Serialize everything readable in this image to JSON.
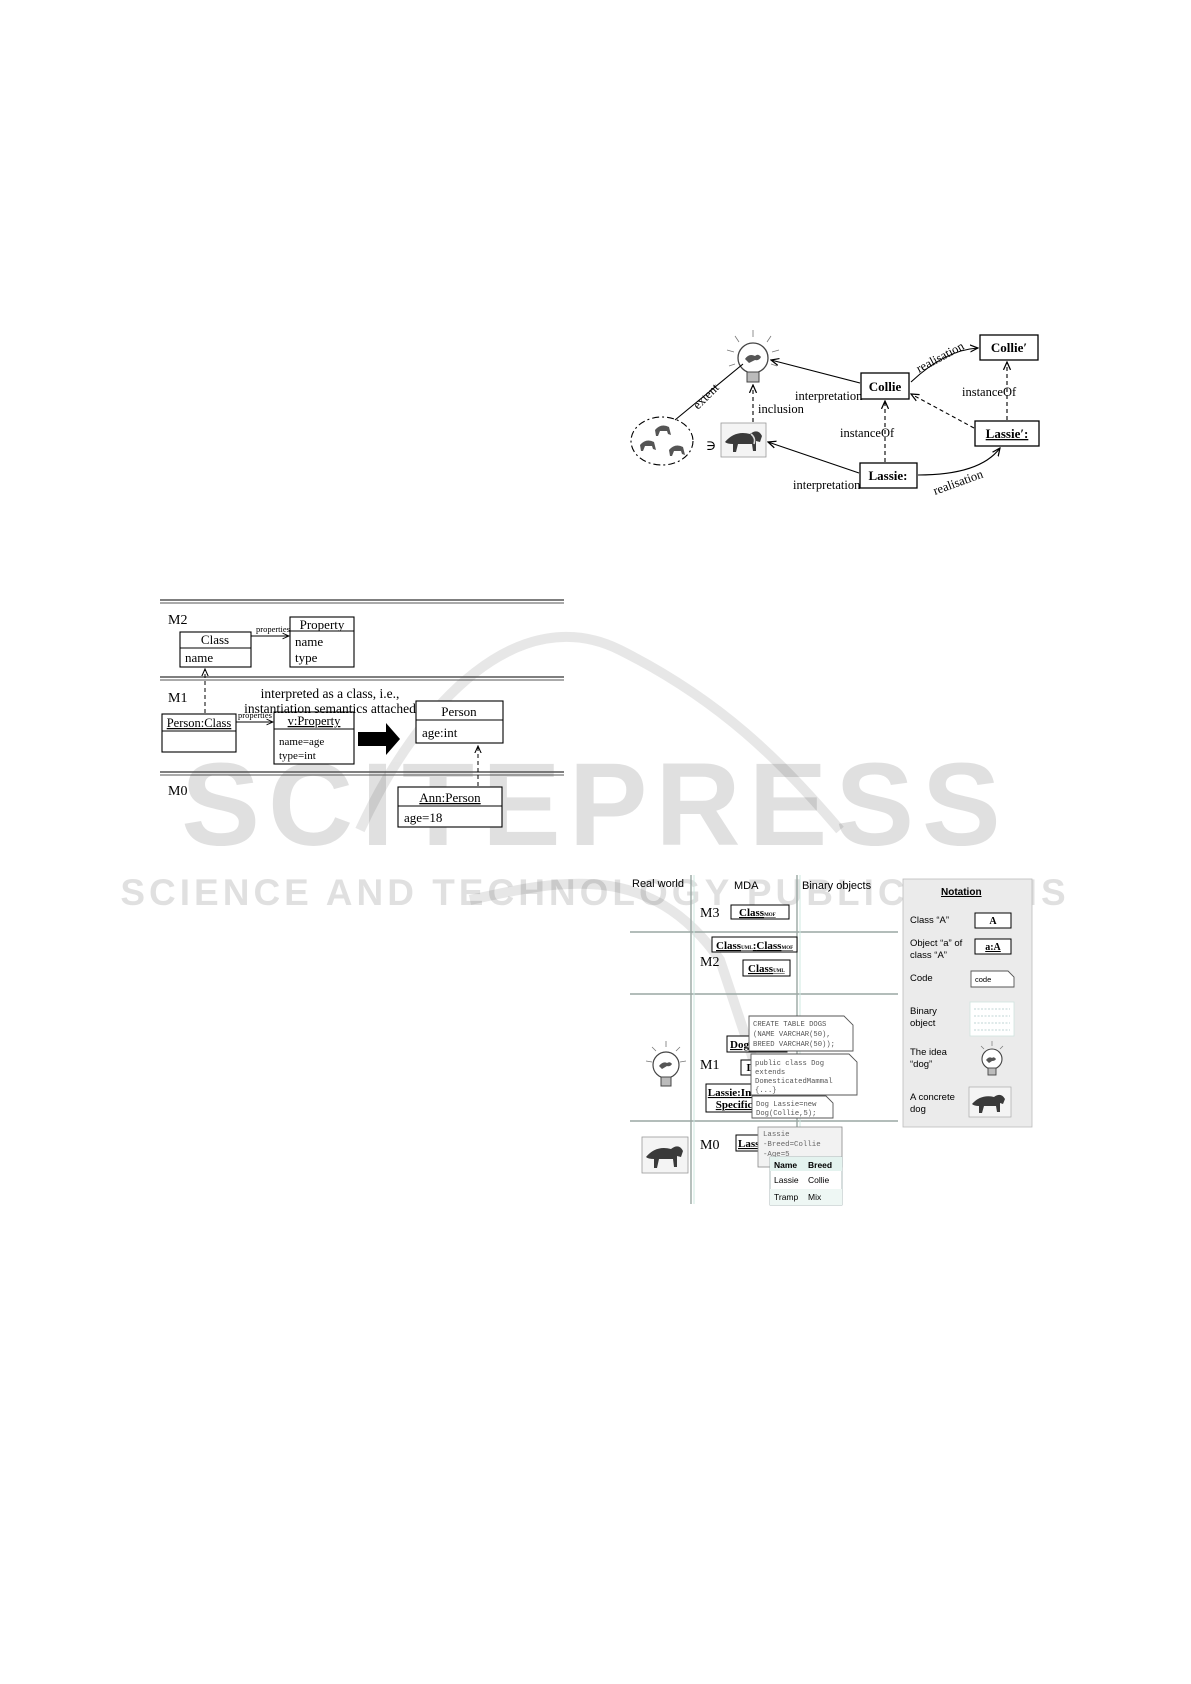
{
  "watermark": {
    "main": "SCITEPRESS",
    "sub": "SCIENCE AND TECHNOLOGY PUBLICATIONS"
  },
  "fig_dog": {
    "collie": "Collie",
    "collie_prime": "Collie′",
    "lassie": "Lassie:",
    "lassie_prime": "Lassie′:",
    "realisation": "realisation",
    "instanceOf": "instanceOf",
    "interpretation": "interpretation",
    "inclusion": "inclusion",
    "extent": "extent",
    "element_of": "∋"
  },
  "fig_levels": {
    "m2": "M2",
    "m1": "M1",
    "m0": "M0",
    "class_name": "Class",
    "class_attr": "name",
    "properties": "properties",
    "property_name": "Property",
    "property_attr1": "name",
    "property_attr2": "type",
    "person_class": "Person:Class",
    "vproperty": "v:Property",
    "vprop_attr1": "name=age",
    "vprop_attr2": "type=int",
    "annotation_line1": "interpreted as a class, i.e.,",
    "annotation_line2": "instantiation semantics attached",
    "person": "Person",
    "person_attr": "age:int",
    "ann": "Ann:Person",
    "ann_attr": "age=18"
  },
  "fig_mda": {
    "headers": [
      "Real world",
      "MDA",
      "Binary objects"
    ],
    "m3": "M3",
    "m2": "M2",
    "m1": "M1",
    "m0": "M0",
    "class_mof": "Class",
    "sub_mof": "MOF",
    "class_uml": "Class",
    "sub_uml": "UML",
    "colon": ":",
    "dog_class": "Dog:Class",
    "dog": "Dog",
    "lassie_spec_1": "Lassie:Instance-",
    "lassie_spec_2": "Specification",
    "lassie_dog": "Lassie:Dog",
    "sql_1": "CREATE TABLE DOGS",
    "sql_2": "(NAME VARCHAR(50),",
    "sql_3": "BREED VARCHAR(50));",
    "java_1": "public class Dog",
    "java_2": "extends",
    "java_3": "DomesticatedMammal",
    "java_4": "{...}",
    "inst_1": "Dog Lassie=new",
    "inst_2": "Dog(Collie,5);",
    "bin_1": "Lassie",
    "bin_2": "-Breed=Collie",
    "bin_3": "-Age=5",
    "table_headers": [
      "Name",
      "Breed"
    ],
    "table_rows": [
      [
        "Lassie",
        "Collie"
      ],
      [
        "Tramp",
        "Mix"
      ]
    ],
    "notation": {
      "title": "Notation",
      "class_label": "Class “A”",
      "class_box": "A",
      "object_label_1": "Object “a” of",
      "object_label_2": "class “A”",
      "object_box": "a:A",
      "code_label": "Code",
      "code_box": "code",
      "binary_label_1": "Binary",
      "binary_label_2": "object",
      "idea_label_1": "The idea",
      "idea_label_2": "“dog”",
      "dog_label_1": "A concrete",
      "dog_label_2": "dog"
    }
  }
}
